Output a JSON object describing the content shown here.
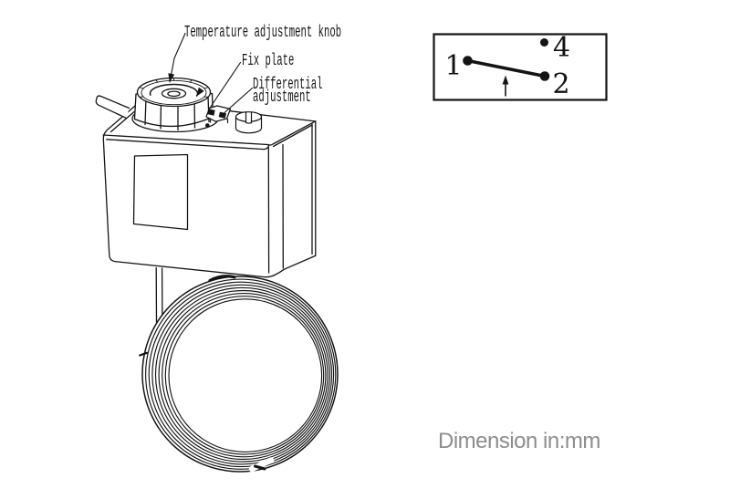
{
  "drawing": {
    "callouts": {
      "temperature_knob": "Temperature adjustment knob",
      "fix_plate": "Fix plate",
      "differential": [
        "Differential",
        "adjustment"
      ]
    },
    "contact_diagram": {
      "terminals": {
        "t1": "1",
        "t2": "2",
        "t4": "4"
      }
    },
    "note": "Dimension in:mm",
    "colors": {
      "line": "#141414",
      "note_text": "#8d8d8d",
      "background": "#ffffff"
    }
  }
}
